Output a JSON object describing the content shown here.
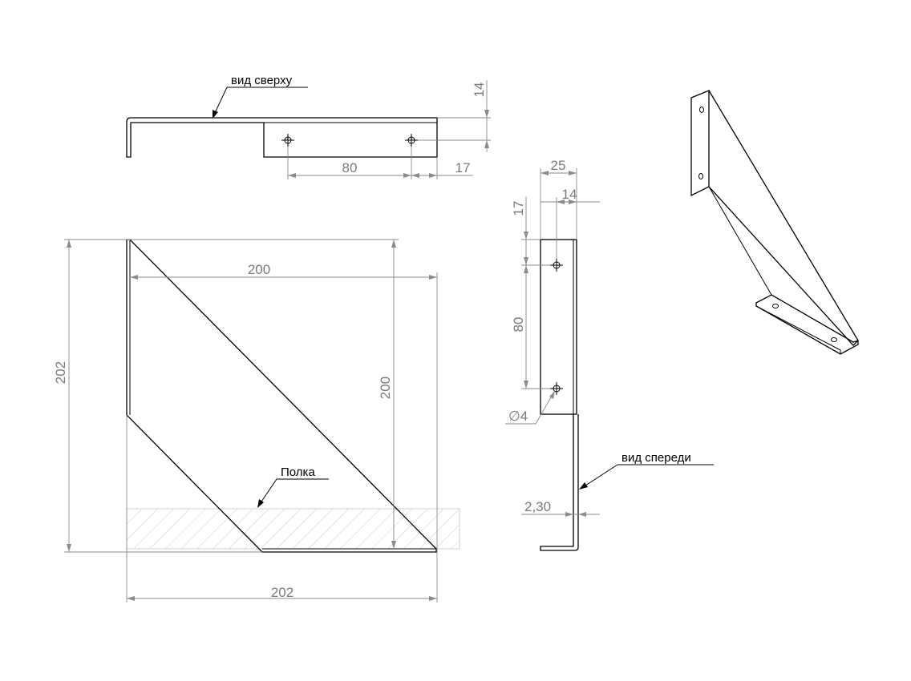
{
  "labels": {
    "top_view": "вид сверху",
    "front_view": "вид спереди",
    "shelf": "Полка"
  },
  "dimensions": {
    "top_80": "80",
    "top_17": "17",
    "top_14": "14",
    "main_200_h": "200",
    "main_200_v": "200",
    "main_202_v": "202",
    "main_202_h": "202",
    "side_25": "25",
    "side_14": "14",
    "side_17": "17",
    "side_80": "80",
    "hole_d": "∅4",
    "thickness": "2,30"
  }
}
